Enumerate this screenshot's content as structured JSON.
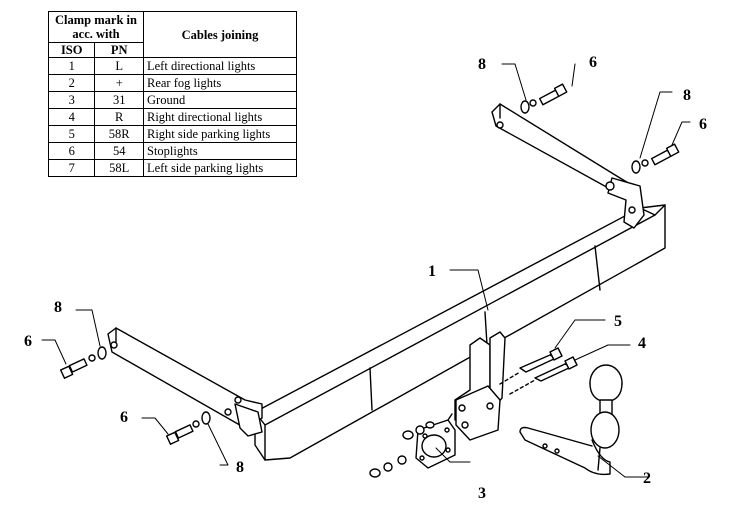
{
  "table": {
    "header_clamp_mark": "Clamp mark in acc. with",
    "header_cables": "Cables joining",
    "col_iso": "ISO",
    "col_pn": "PN",
    "rows": [
      {
        "iso": "1",
        "pn": "L",
        "desc": "Left directional lights"
      },
      {
        "iso": "2",
        "pn": "+",
        "desc": "Rear fog lights"
      },
      {
        "iso": "3",
        "pn": "31",
        "desc": "Ground"
      },
      {
        "iso": "4",
        "pn": "R",
        "desc": "Right directional lights"
      },
      {
        "iso": "5",
        "pn": "58R",
        "desc": "Right side parking lights"
      },
      {
        "iso": "6",
        "pn": "54",
        "desc": "Stoplights"
      },
      {
        "iso": "7",
        "pn": "58L",
        "desc": "Left side parking lights"
      }
    ]
  },
  "callouts": {
    "c1": "1",
    "c2": "2",
    "c3": "3",
    "c4": "4",
    "c5": "5",
    "c6a": "6",
    "c6b": "6",
    "c6c": "6",
    "c6d": "6",
    "c8a": "8",
    "c8b": "8",
    "c8c": "8",
    "c8d": "8"
  }
}
